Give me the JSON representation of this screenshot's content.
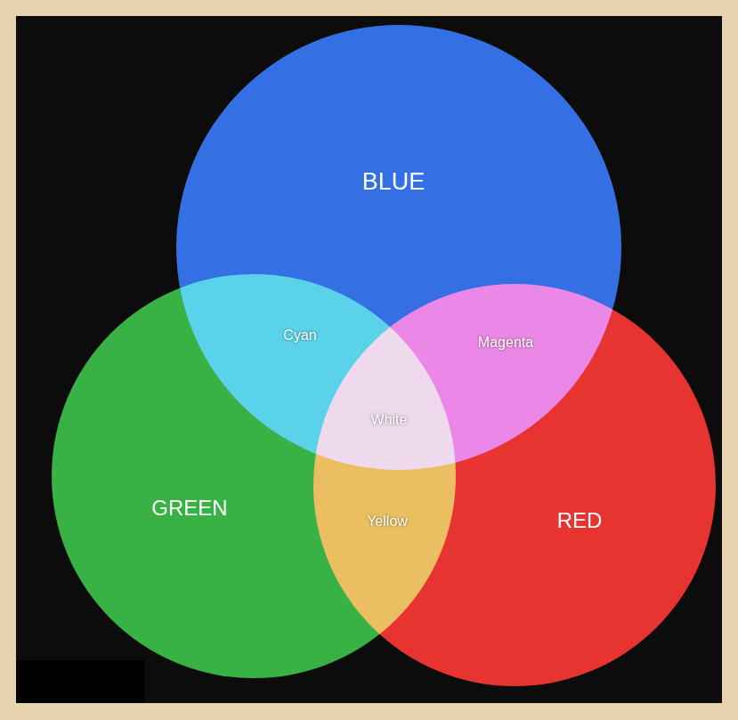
{
  "diagram": {
    "nodes": [
      {
        "text": [
          "BLUE"
        ]
      },
      {
        "text": [
          "GREEN"
        ]
      },
      {
        "text": [
          "RED"
        ]
      }
    ],
    "labels": [
      "Cyan",
      "Magenta",
      "White",
      "Yellow"
    ]
  }
}
